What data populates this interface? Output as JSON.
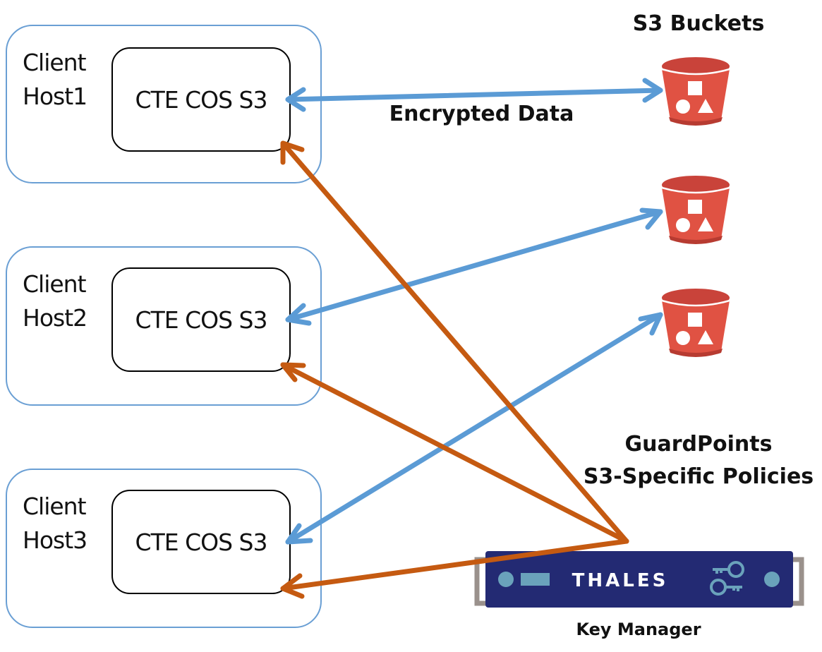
{
  "title": "S3 Buckets",
  "hosts": [
    {
      "label_line1": "Client",
      "label_line2": "Host1",
      "component": "CTE COS S3"
    },
    {
      "label_line1": "Client",
      "label_line2": "Host2",
      "component": "CTE COS S3"
    },
    {
      "label_line1": "Client",
      "label_line2": "Host3",
      "component": "CTE COS S3"
    }
  ],
  "buckets_label": "S3 Buckets",
  "encrypted_label": "Encrypted Data",
  "policies_line1": "GuardPoints",
  "policies_line2": "S3-Specific Policies",
  "key_manager": {
    "brand": "THALES",
    "label": "Key Manager"
  },
  "colors": {
    "data_arrow": "#5b9bd5",
    "policy_arrow": "#c55a11",
    "bucket": "#e05243",
    "appliance": "#232a73",
    "appliance_accent": "#6aa2bb"
  }
}
